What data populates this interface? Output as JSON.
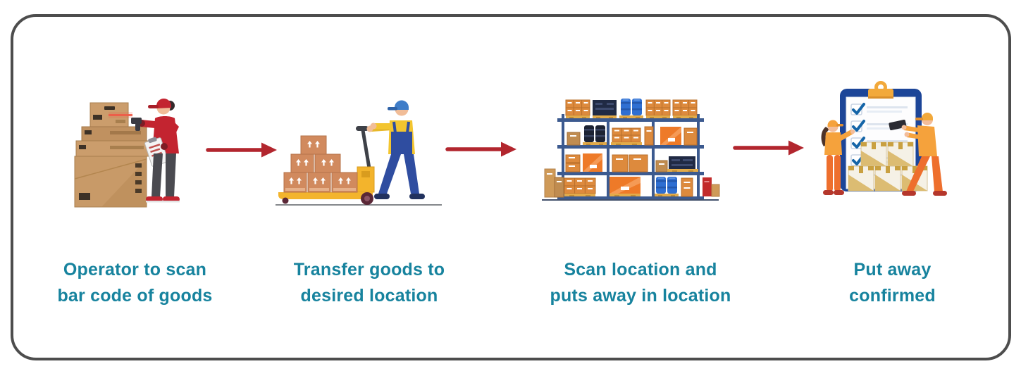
{
  "colors": {
    "caption_teal": "#17839e",
    "arrow_red": "#b2262e",
    "border_gray": "#4d4d4d"
  },
  "steps": [
    {
      "name": "scan-goods",
      "illustration": "operator-scanning-goods",
      "caption_lines": [
        "Operator to scan",
        "bar code of goods"
      ]
    },
    {
      "name": "transfer-goods",
      "illustration": "pallet-jack-transfer",
      "caption_lines": [
        "Transfer goods to",
        "desired location"
      ]
    },
    {
      "name": "scan-location",
      "illustration": "warehouse-rack-putaway",
      "caption_lines": [
        "Scan location and",
        "puts away in location"
      ]
    },
    {
      "name": "putaway-confirmed",
      "illustration": "putaway-checklist-confirmation",
      "caption_lines": [
        "Put away",
        "confirmed"
      ]
    }
  ]
}
